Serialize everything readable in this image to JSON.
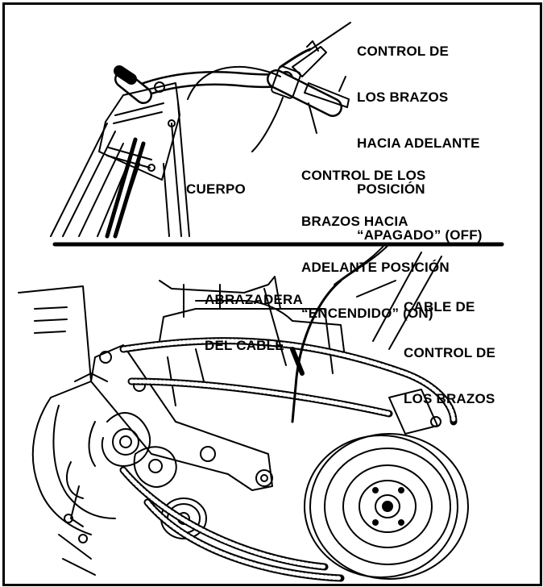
{
  "labels": {
    "off_control": [
      "CONTROL DE",
      "LOS BRAZOS",
      "HACIA ADELANTE",
      "POSICIÓN",
      "“APAGADO” (OFF)"
    ],
    "body": "CUERPO",
    "on_control": [
      "CONTROL DE LOS",
      "BRAZOS HACIA",
      "ADELANTE POSICIÓN",
      "“ENCENDIDO” (ON)"
    ],
    "cable_clamp": [
      "ABRAZADERA",
      "DEL CABLE"
    ],
    "control_cable": [
      "CABLE DE",
      "CONTROL DE",
      "LOS BRAZOS"
    ]
  },
  "colors": {
    "ink": "#000000",
    "paper": "#ffffff"
  }
}
